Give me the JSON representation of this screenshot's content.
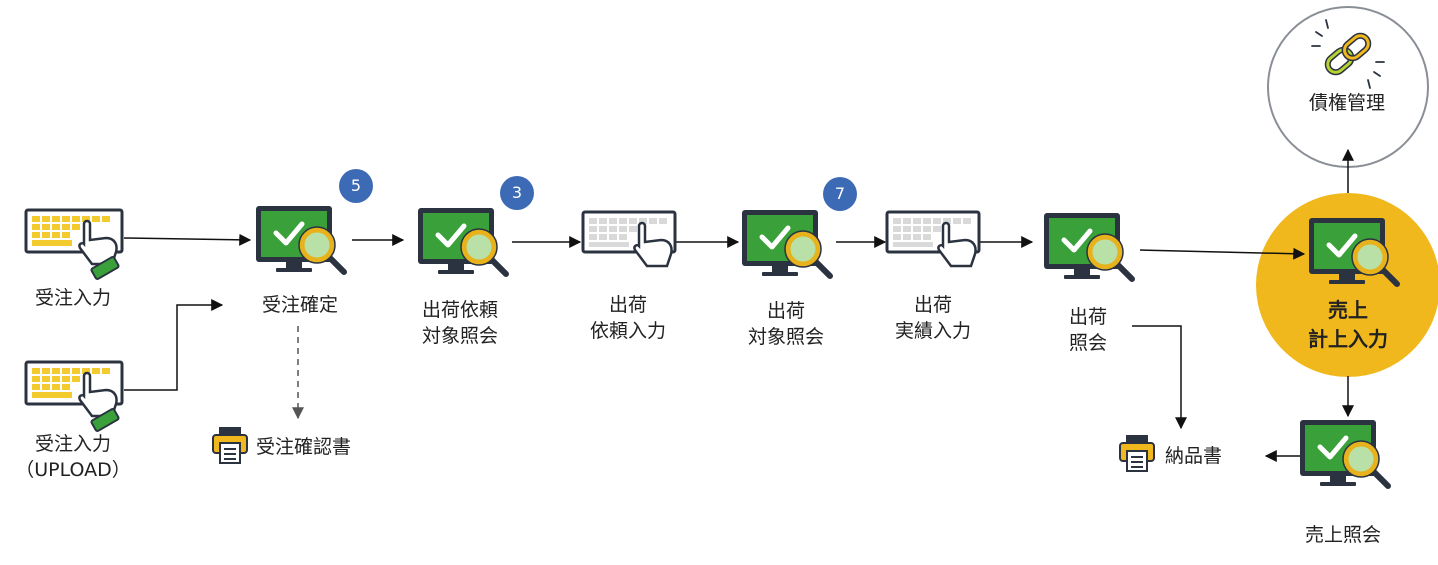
{
  "steps": [
    {
      "label": "受注入力"
    },
    {
      "label": "受注入力\n（UPLOAD）"
    },
    {
      "label": "受注確定",
      "badge": "5"
    },
    {
      "label": "出荷依頼\n対象照会",
      "badge": "3"
    },
    {
      "label": "出荷\n依頼入力"
    },
    {
      "label": "出荷\n対象照会",
      "badge": "7"
    },
    {
      "label": "出荷\n実績入力"
    },
    {
      "label": "出荷\n照会"
    },
    {
      "label": "売上\n計上入力"
    },
    {
      "label": "売上照会"
    }
  ],
  "outputs": {
    "order_confirmation": "受注確認書",
    "delivery_note": "納品書"
  },
  "credit": {
    "label": "債権管理"
  },
  "colors": {
    "highlight": "#f0b81c",
    "badge": "#3d6ab4",
    "screen": "#3aa13a",
    "keyboard_yellow": "#f3cb2e",
    "arrow": "#111111"
  }
}
